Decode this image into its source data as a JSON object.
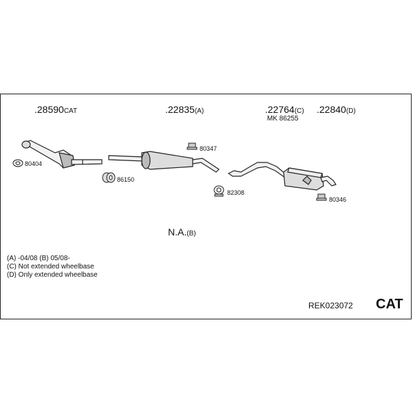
{
  "parts": {
    "p1": {
      "number": ".28590",
      "suffix": "CAT"
    },
    "p2": {
      "number": ".22835",
      "suffix": "(A)"
    },
    "p3": {
      "number": ".22764",
      "suffix": "(C)",
      "sub": "MK 86255"
    },
    "p4": {
      "number": ".22840",
      "suffix": "(D)"
    },
    "na": {
      "number": "N.A.",
      "suffix": "(B)"
    }
  },
  "accessories": {
    "a1": "80404",
    "a2": "86150",
    "a3": "80347",
    "a4": "82308",
    "a5": "80346"
  },
  "notes": [
    "(A) -04/08 (B) 05/08-",
    "(C) Not extended wheelbase",
    "(D) Only extended wheelbase"
  ],
  "footer": {
    "ref": "REK023072",
    "type": "CAT"
  }
}
